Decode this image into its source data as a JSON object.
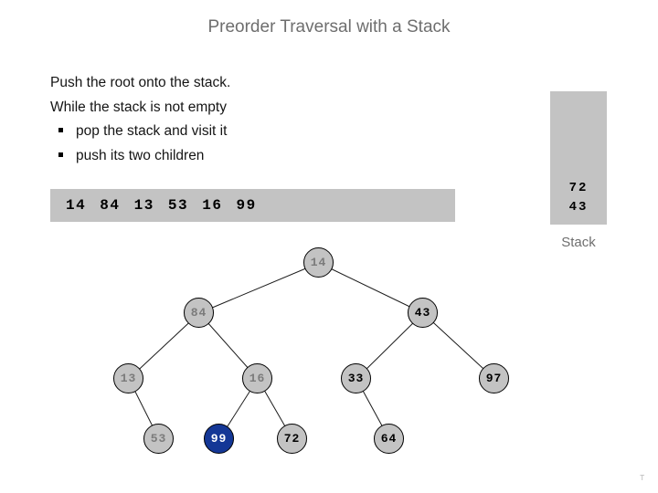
{
  "slide": {
    "title": "Preorder Traversal with a Stack",
    "footer_mark": "T"
  },
  "algorithm": {
    "line1": "Push the root onto the stack.",
    "line2": "While the stack is not empty",
    "bullets": [
      {
        "label": "pop the stack and visit it"
      },
      {
        "label": "push its two children"
      }
    ]
  },
  "visited": {
    "sequence": "14 84 13 53 16 99"
  },
  "stack": {
    "label": "Stack",
    "items": [
      {
        "value": "72"
      },
      {
        "value": "43"
      }
    ]
  },
  "tree": {
    "nodes": [
      {
        "label": "14",
        "state": "visited"
      },
      {
        "label": "84",
        "state": "visited"
      },
      {
        "label": "43",
        "state": "unvisited"
      },
      {
        "label": "13",
        "state": "visited"
      },
      {
        "label": "16",
        "state": "visited"
      },
      {
        "label": "33",
        "state": "unvisited"
      },
      {
        "label": "97",
        "state": "unvisited"
      },
      {
        "label": "53",
        "state": "visited"
      },
      {
        "label": "99",
        "state": "current"
      },
      {
        "label": "72",
        "state": "unvisited"
      },
      {
        "label": "64",
        "state": "unvisited"
      }
    ],
    "edges": [
      [
        "14",
        "84"
      ],
      [
        "14",
        "43"
      ],
      [
        "84",
        "13"
      ],
      [
        "84",
        "16"
      ],
      [
        "43",
        "33"
      ],
      [
        "43",
        "97"
      ],
      [
        "13",
        "53"
      ],
      [
        "16",
        "99"
      ],
      [
        "16",
        "72"
      ],
      [
        "33",
        "64"
      ]
    ]
  },
  "colors": {
    "title_gray": "#6e6e6e",
    "box_gray": "#c3c3c3",
    "visited_text_gray": "#7b7b7b",
    "current_node_fill": "#143796",
    "current_node_text": "#ffffff"
  }
}
